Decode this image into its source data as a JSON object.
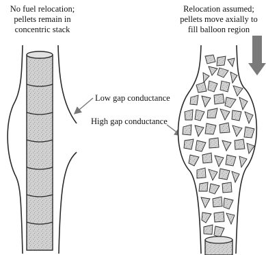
{
  "left_caption": [
    "No fuel relocation;",
    "pellets remain in",
    "concentric stack"
  ],
  "right_caption": [
    "Relocation assumed;",
    "pellets move axially to",
    "fill balloon region"
  ],
  "callouts": {
    "low_gap": "Low gap conductance",
    "high_gap": "High gap conductance"
  },
  "colors": {
    "ink": "#2a2a2a",
    "pellet_fill": "#cfcfcf",
    "arrow": "#777777"
  }
}
